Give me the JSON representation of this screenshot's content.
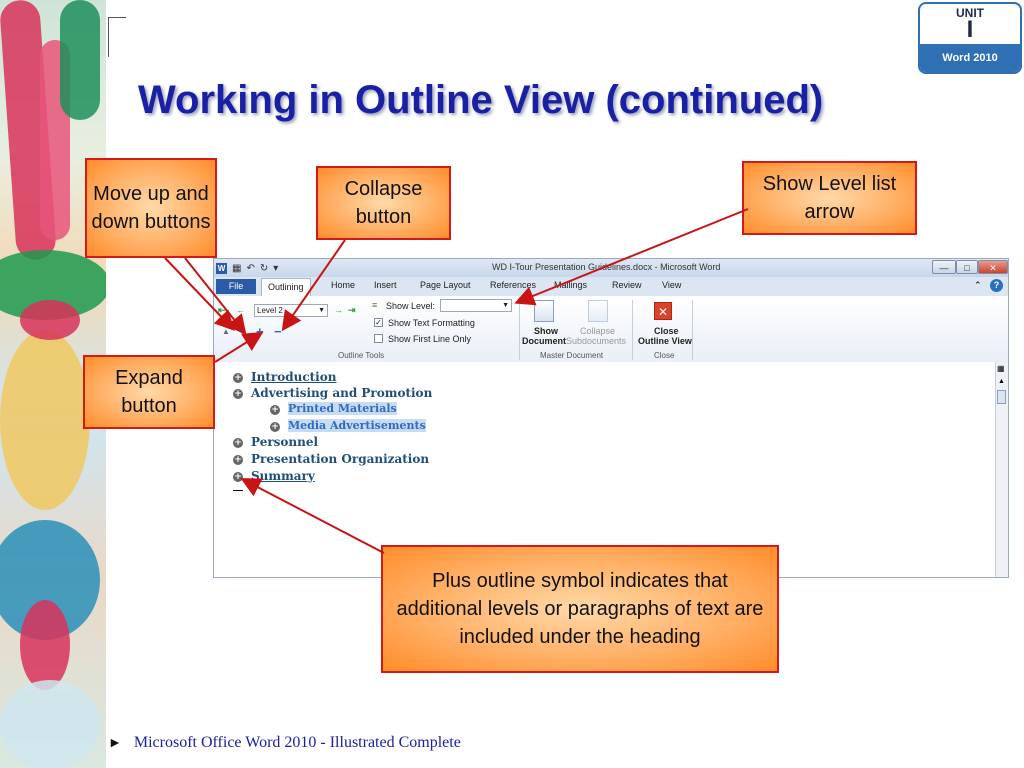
{
  "slide": {
    "title": "Working in Outline View (continued)",
    "badge": {
      "unit": "UNIT",
      "number": "I",
      "product": "Word 2010"
    },
    "footer": "Microsoft Office Word 2010 - Illustrated Complete"
  },
  "callouts": {
    "move": "Move up and down buttons",
    "collapse": "Collapse button",
    "show_level": "Show Level list arrow",
    "expand": "Expand button",
    "plus": "Plus outline symbol indicates that additional levels or paragraphs of text are included under the heading"
  },
  "window": {
    "title": "WD I-Tour Presentation Guidelines.docx - Microsoft Word",
    "tabs": [
      "File",
      "Outlining",
      "Home",
      "Insert",
      "Page Layout",
      "References",
      "Mailings",
      "Review",
      "View"
    ],
    "ribbon": {
      "level_combo": "Level 2",
      "show_level_label": "Show Level:",
      "show_text_formatting": "Show Text Formatting",
      "show_first_line_only": "Show First Line Only",
      "outline_tools_label": "Outline Tools",
      "show_document_1": "Show",
      "show_document_2": "Document",
      "collapse_sub_1": "Collapse",
      "collapse_sub_2": "Subdocuments",
      "master_document_label": "Master Document",
      "close_1": "Close",
      "close_2": "Outline View",
      "close_group_label": "Close"
    },
    "outline": [
      {
        "text": "Introduction",
        "level": 1
      },
      {
        "text": "Advertising and Promotion",
        "level": 1
      },
      {
        "text": "Printed Materials",
        "level": 2
      },
      {
        "text": "Media Advertisements",
        "level": 2
      },
      {
        "text": "Personnel",
        "level": 1
      },
      {
        "text": "Presentation Organization",
        "level": 1
      },
      {
        "text": "Summary",
        "level": 1
      }
    ]
  },
  "colors": {
    "title": "#1a20a6",
    "callout_border": "#d11a1a",
    "arrow": "#c81414"
  }
}
